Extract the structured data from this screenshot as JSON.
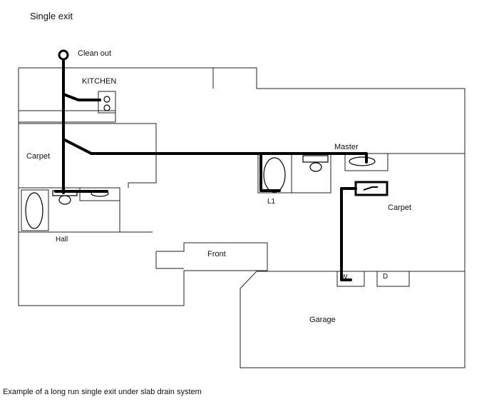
{
  "title": "Single exit",
  "caption": "Example of a long run single exit under slab drain system",
  "labels": {
    "clean_out": "Clean out",
    "kitchen": "KITCHEN",
    "carpet_left": "Carpet",
    "master": "Master",
    "l1": "L1",
    "carpet_right": "Carpet",
    "hall": "Hall",
    "front": "Front",
    "washer": "W",
    "dryer": "D",
    "garage": "Garage"
  }
}
